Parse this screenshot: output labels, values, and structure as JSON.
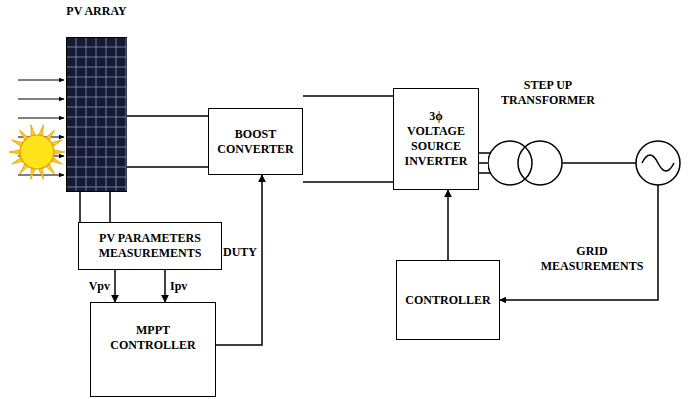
{
  "diagram": {
    "nodes": [
      {
        "text": [
          "PV ARRAY"
        ]
      },
      {
        "text": [
          "BOOST CONVERTER"
        ]
      },
      {
        "text": [
          "3ϕ VOLTAGE SOURCE INVERTER"
        ]
      },
      {
        "text": [
          "STEP UP TRANSFORMER"
        ]
      },
      {
        "text": [
          "PV PARAMETERS MEASUREMENTS"
        ]
      },
      {
        "text": [
          "MPPT CONTROLLER"
        ]
      },
      {
        "text": [
          "CONTROLLER"
        ]
      }
    ],
    "edges": [
      {
        "from": 0,
        "to": 1,
        "arrow": "none"
      },
      {
        "from": 1,
        "to": 2,
        "arrow": "none"
      },
      {
        "from": 2,
        "to": 3,
        "arrow": "none"
      },
      {
        "from": 0,
        "to": 4,
        "arrow": "none"
      },
      {
        "from": 4,
        "to": 5,
        "arrow": "to",
        "label": "Vpv"
      },
      {
        "from": 4,
        "to": 5,
        "arrow": "to",
        "label": "Ipv"
      },
      {
        "from": 5,
        "to": 1,
        "arrow": "to",
        "label": "DUTY"
      },
      {
        "from": 6,
        "to": 2,
        "arrow": "to"
      }
    ],
    "labels": [
      "GRID MEASUREMENTS"
    ]
  }
}
